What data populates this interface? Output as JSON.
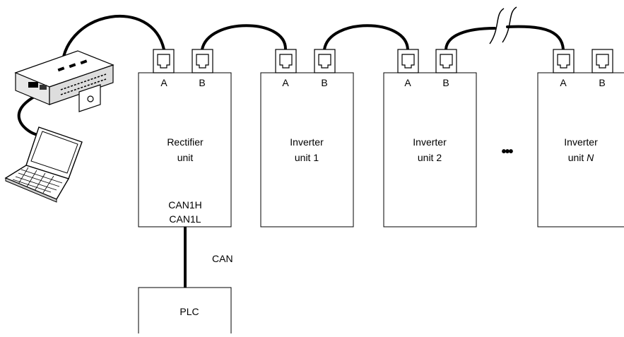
{
  "units": [
    {
      "id": "rectifier",
      "line1": "Rectifier",
      "line2": "unit",
      "port_a": "A",
      "port_b": "B",
      "can_h": "CAN1H",
      "can_l": "CAN1L"
    },
    {
      "id": "inverter1",
      "line1": "Inverter",
      "line2": "unit 1",
      "port_a": "A",
      "port_b": "B"
    },
    {
      "id": "inverter2",
      "line1": "Inverter",
      "line2": "unit 2",
      "port_a": "A",
      "port_b": "B"
    },
    {
      "id": "inverterN",
      "line1": "Inverter",
      "line2_prefix": "unit ",
      "line2_var": "N",
      "port_a": "A",
      "port_b": "B"
    }
  ],
  "ellipsis": "•••",
  "bus_label": "CAN",
  "plc_label": "PLC",
  "devices": {
    "adapter_icon": "usb-can-adapter-icon",
    "laptop_icon": "laptop-icon"
  }
}
